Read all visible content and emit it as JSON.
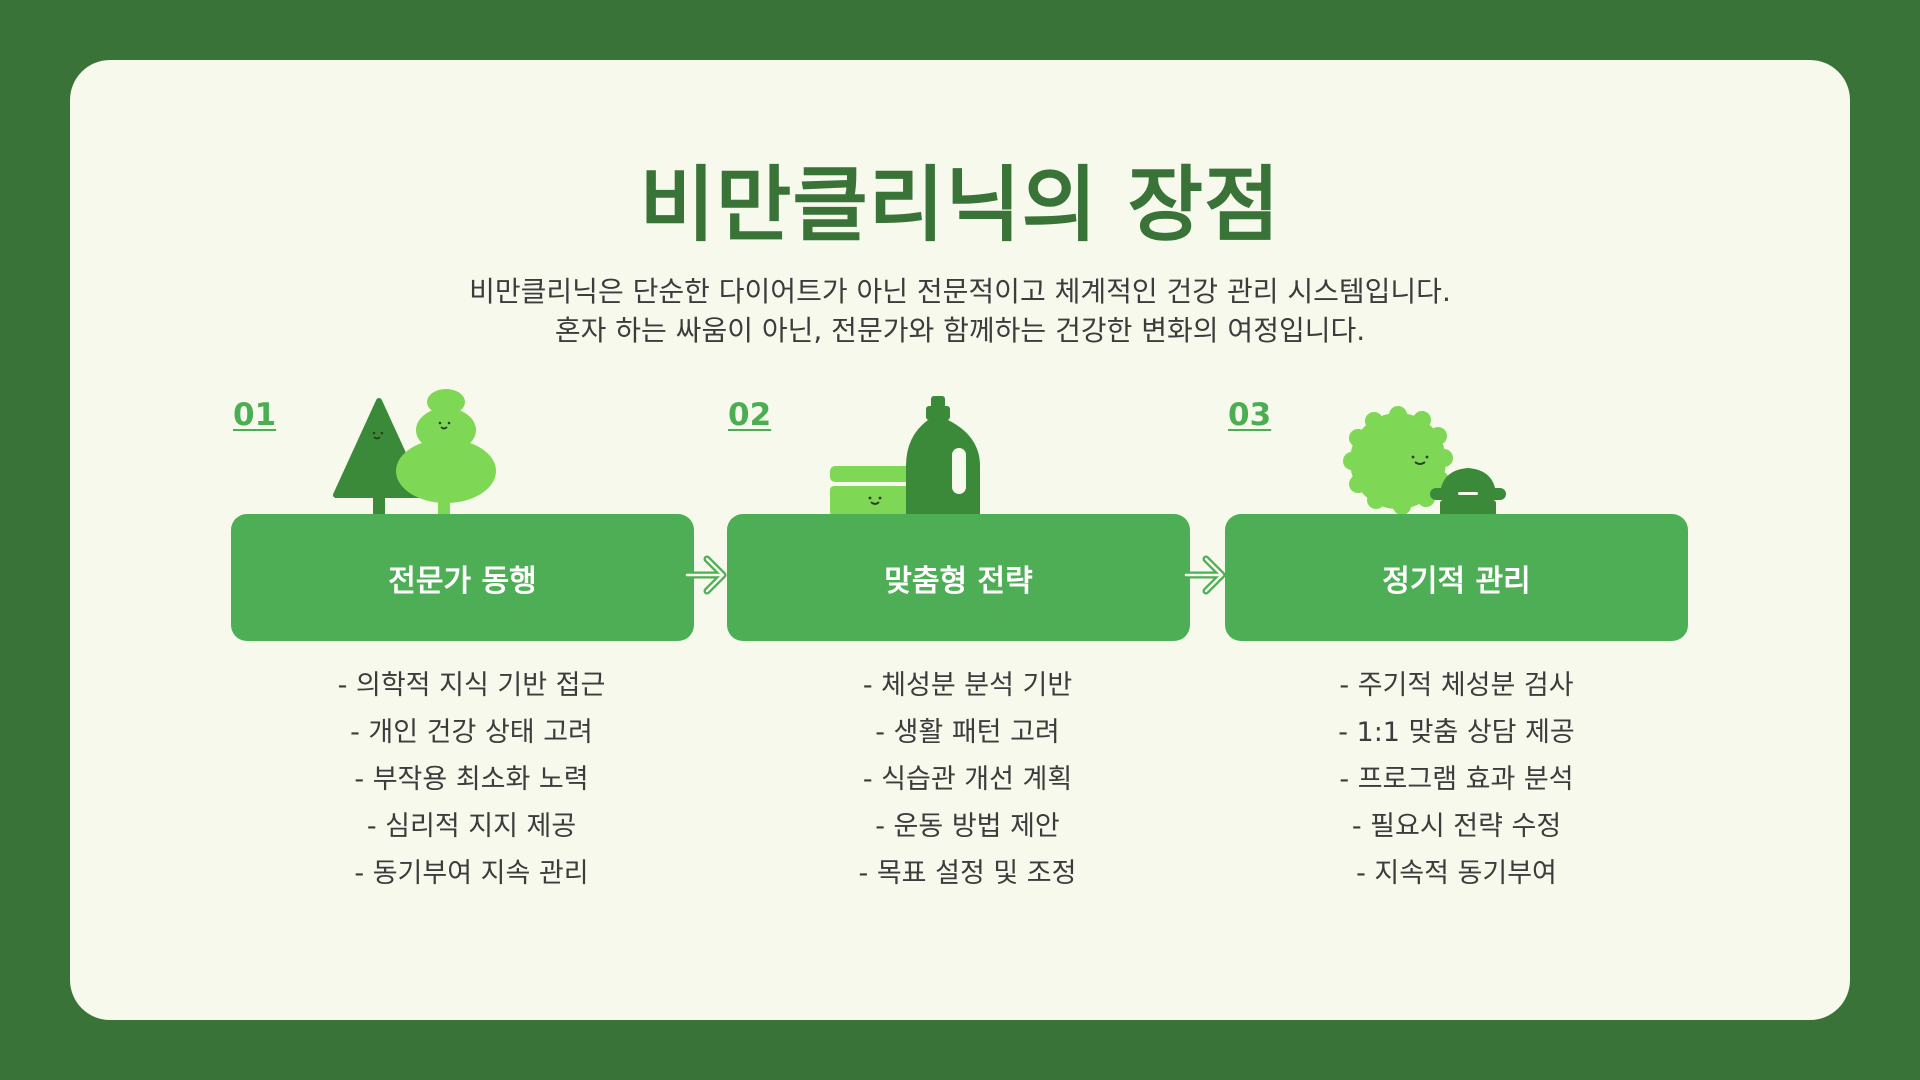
{
  "title": "비만클리닉의 장점",
  "subtitle": [
    "비만클리닉은 단순한 다이어트가 아닌 전문적이고 체계적인 건강 관리 시스템입니다.",
    "혼자 하는 싸움이 아닌, 전문가와 함께하는 건강한 변화의 여정입니다."
  ],
  "steps": [
    {
      "number": "01",
      "label": "전문가 동행",
      "items": [
        "- 의학적 지식 기반 접근",
        "- 개인 건강 상태 고려",
        "- 부작용 최소화 노력",
        "- 심리적 지지 제공",
        "- 동기부여 지속 관리"
      ],
      "icon": "trees-icon"
    },
    {
      "number": "02",
      "label": "맞춤형 전략",
      "items": [
        "- 체성분 분석 기반",
        "- 생활 패턴 고려",
        "- 식습관 개선 계획",
        "- 운동 방법 제안",
        "- 목표 설정 및 조정"
      ],
      "icon": "bottle-jar-icon"
    },
    {
      "number": "03",
      "label": "정기적 관리",
      "items": [
        "- 주기적 체성분 검사",
        "- 1:1 맞춤 상담 제공",
        "- 프로그램 효과 분석",
        "- 필요시 전략 수정",
        "- 지속적 동기부여"
      ],
      "icon": "bush-hat-icon"
    }
  ],
  "colors": {
    "background": "#3a7337",
    "card": "#f7f9ec",
    "accent": "#4eae55",
    "light_green": "#7ed856",
    "dark_green": "#3b8a3a",
    "text": "#3c3c3c"
  }
}
